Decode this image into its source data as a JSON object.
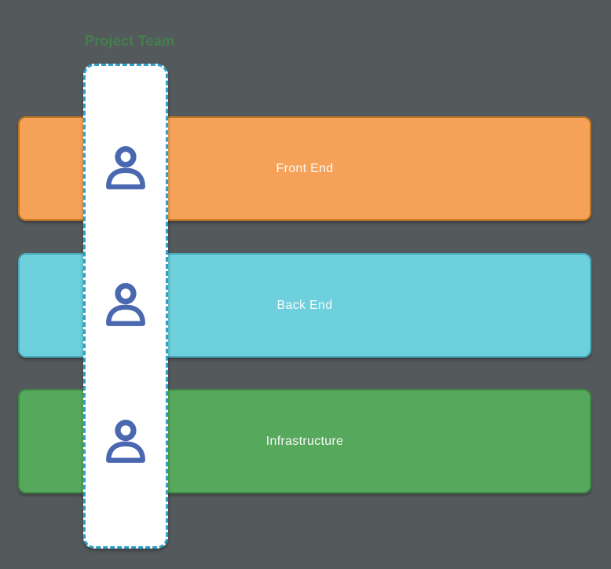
{
  "canvas": {
    "background_color": "#545a5c"
  },
  "title": {
    "text": "Project Team",
    "color": "#3e8e4a"
  },
  "lanes": [
    {
      "label": "Front End",
      "fill": "#f5a258",
      "border": "#bd7523"
    },
    {
      "label": "Back End",
      "fill": "#6dd0dc",
      "border": "#49acbd"
    },
    {
      "label": "Infrastructure",
      "fill": "#56a95c",
      "border": "#3f8a45"
    }
  ],
  "lane_text_color": "#fafafa",
  "team_column": {
    "fill": "#ffffff",
    "selection_border_color": "#2e9fcb",
    "selection_border_style": "dashed",
    "icon": "person-icon",
    "icon_color": "#4a68b0",
    "icon_count": 3
  }
}
